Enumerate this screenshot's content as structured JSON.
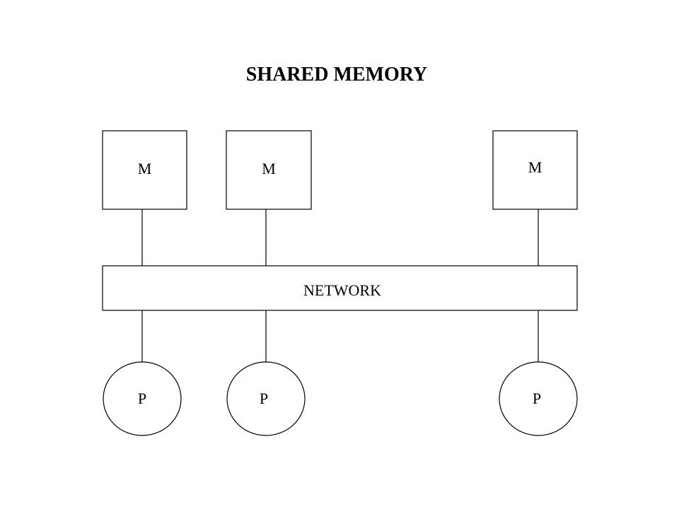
{
  "diagram": {
    "title": "SHARED MEMORY",
    "network_label": "NETWORK",
    "memory_modules": [
      {
        "label": "M"
      },
      {
        "label": "M"
      },
      {
        "label": "M"
      }
    ],
    "processors": [
      {
        "label": "P"
      },
      {
        "label": "P"
      },
      {
        "label": "P"
      }
    ],
    "colors": {
      "stroke": "#000000",
      "fill": "#ffffff",
      "text": "#000000"
    }
  }
}
